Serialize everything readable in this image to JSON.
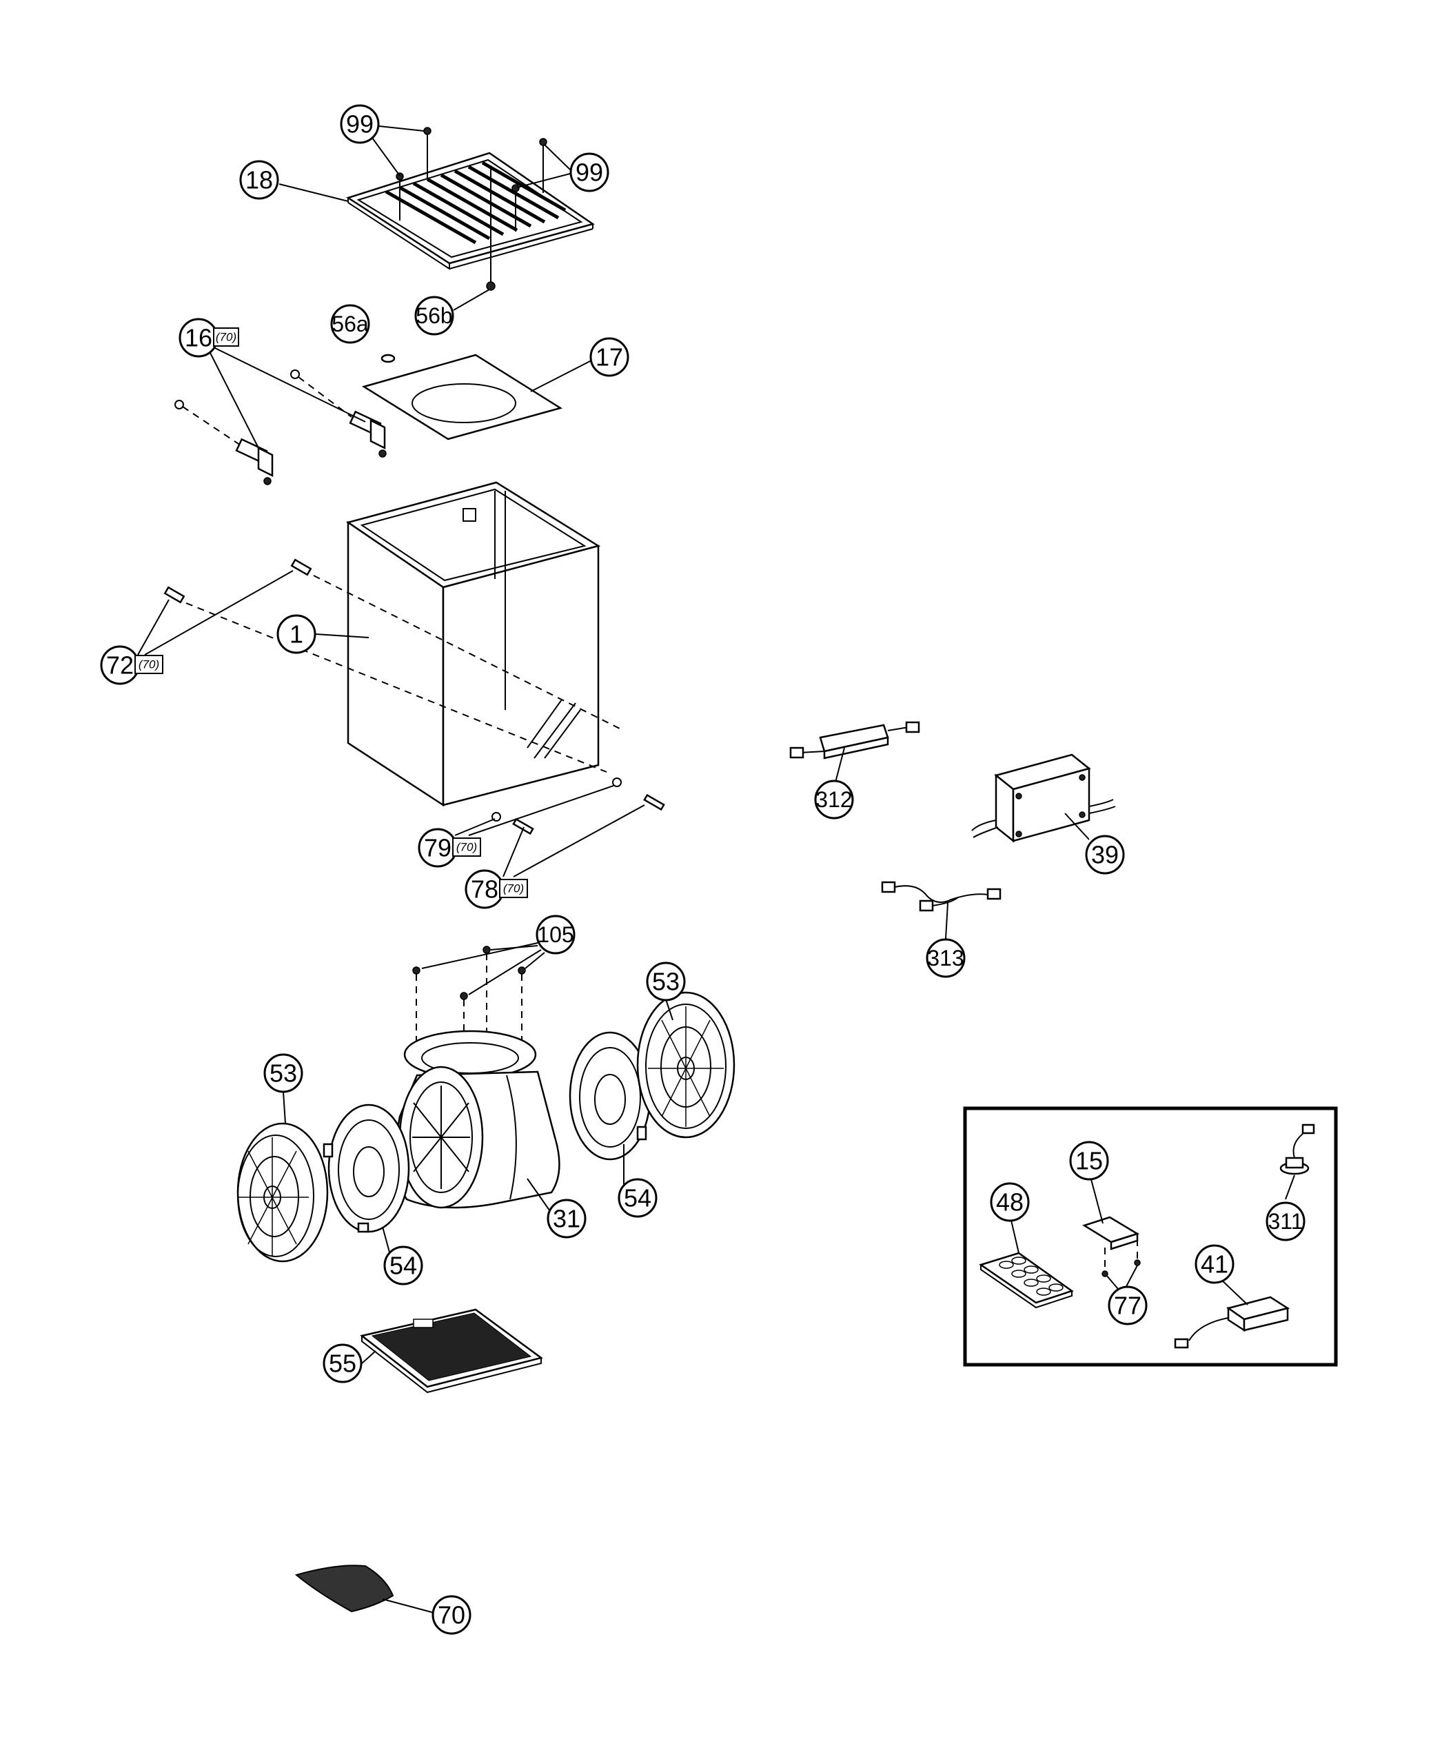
{
  "labels": {
    "p99a": "99",
    "p99b": "99",
    "p18": "18",
    "p56b": "56b",
    "p56a": "56a",
    "p16": "16",
    "p16_note": "(70)",
    "p17": "17",
    "p1": "1",
    "p72": "72",
    "p72_note": "(70)",
    "p79": "79",
    "p79_note": "(70)",
    "p78": "78",
    "p78_note": "(70)",
    "p312": "312",
    "p39": "39",
    "p313": "313",
    "p105": "105",
    "p53a": "53",
    "p53b": "53",
    "p54a": "54",
    "p54b": "54",
    "p31": "31",
    "p55": "55",
    "p70": "70",
    "p15": "15",
    "p48": "48",
    "p311": "311",
    "p41": "41",
    "p77": "77"
  }
}
